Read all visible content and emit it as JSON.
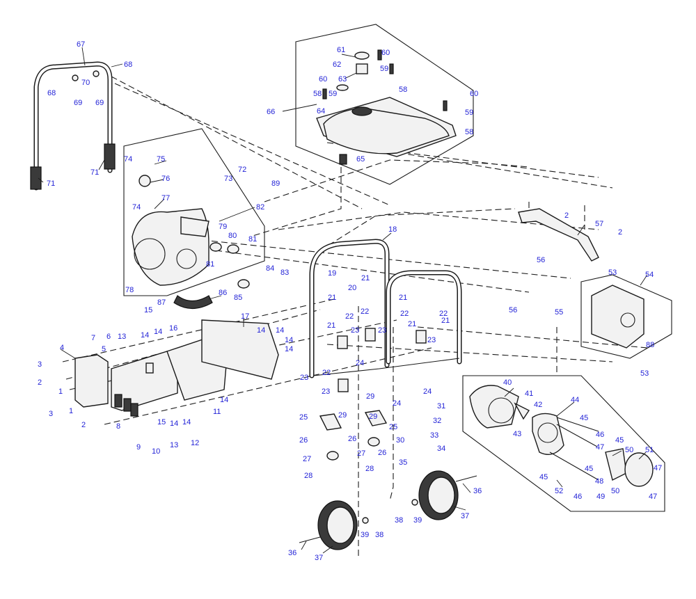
{
  "diagram": {
    "type": "exploded-parts-view",
    "callouts": [
      "1",
      "2",
      "3",
      "4",
      "5",
      "6",
      "7",
      "8",
      "9",
      "10",
      "11",
      "12",
      "13",
      "14",
      "15",
      "16",
      "17",
      "18",
      "19",
      "20",
      "21",
      "22",
      "23",
      "24",
      "25",
      "26",
      "27",
      "28",
      "29",
      "30",
      "31",
      "32",
      "33",
      "34",
      "35",
      "36",
      "37",
      "38",
      "39",
      "40",
      "41",
      "42",
      "43",
      "44",
      "45",
      "46",
      "47",
      "48",
      "49",
      "50",
      "51",
      "52",
      "53",
      "54",
      "55",
      "56",
      "57",
      "58",
      "59",
      "60",
      "61",
      "62",
      "63",
      "64",
      "65",
      "66",
      "67",
      "68",
      "69",
      "70",
      "71",
      "72",
      "73",
      "74",
      "75",
      "76",
      "77",
      "78",
      "79",
      "80",
      "81",
      "82",
      "83",
      "84",
      "85",
      "86",
      "87",
      "88",
      "89"
    ],
    "colors": {
      "callout_text": "#1f1fd6",
      "line_art": "#1a1a1a",
      "background": "#ffffff"
    }
  }
}
